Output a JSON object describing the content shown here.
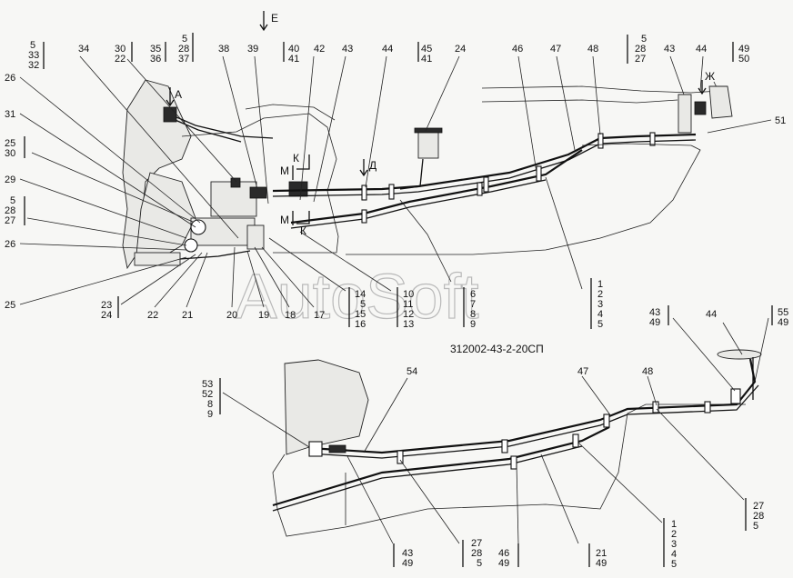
{
  "title": "312002-43-2-20СП",
  "watermark": "AutoSoft",
  "view_marks": [
    "Е",
    "Д",
    "Ж",
    "А",
    "К",
    "К",
    "М",
    "М"
  ],
  "top_callouts": [
    "34",
    "38",
    "39",
    "42",
    "43",
    "44",
    "24",
    "46",
    "47",
    "48",
    "43",
    "44",
    "51"
  ],
  "top_callout_groups": [
    [
      "5",
      "33",
      "32"
    ],
    [
      "30",
      "22"
    ],
    [
      "35",
      "36"
    ],
    [
      "5",
      "28",
      "37"
    ],
    [
      "40",
      "41"
    ],
    [
      "45",
      "41"
    ],
    [
      "5",
      "28",
      "27"
    ],
    [
      "49",
      "50"
    ]
  ],
  "left_callouts": [
    "26",
    "31",
    "29",
    "26",
    "25"
  ],
  "left_callout_groups": [
    [
      "25",
      "30"
    ],
    [
      "5",
      "28",
      "27"
    ]
  ],
  "bottom_callouts": [
    "22",
    "21",
    "20",
    "19",
    "18",
    "17"
  ],
  "bottom_callout_groups": [
    [
      "23",
      "24"
    ],
    [
      "14",
      "5",
      "15",
      "16"
    ],
    [
      "10",
      "11",
      "12",
      "13"
    ],
    [
      "6",
      "7",
      "8",
      "9"
    ],
    [
      "1",
      "2",
      "3",
      "4",
      "5"
    ]
  ],
  "lower_callouts": [
    "54",
    "47",
    "48",
    "44"
  ],
  "lower_callout_groups": [
    [
      "53",
      "52",
      "8",
      "9"
    ],
    [
      "43",
      "49"
    ],
    [
      "55",
      "49"
    ],
    [
      "27",
      "28",
      "5"
    ],
    [
      "43",
      "49"
    ],
    [
      "27",
      "28",
      "5"
    ],
    [
      "46",
      "49"
    ],
    [
      "21",
      "49"
    ],
    [
      "1",
      "2",
      "3",
      "4",
      "5"
    ]
  ]
}
